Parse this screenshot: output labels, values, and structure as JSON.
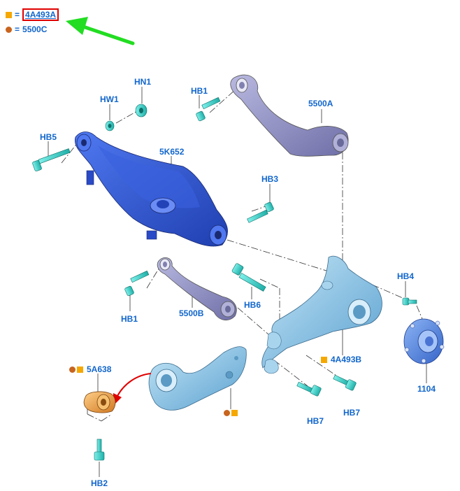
{
  "legend": {
    "square_eq": "=",
    "square_code": "4A493A",
    "dot_eq": "=",
    "dot_code": "5500C"
  },
  "callouts": {
    "hn1": "HN1",
    "hw1": "HW1",
    "hb1_top": "HB1",
    "a5500": "5500A",
    "hb5": "HB5",
    "k5652": "5K652",
    "hb3": "HB3",
    "hb1_mid": "HB1",
    "b5500": "5500B",
    "hb6": "HB6",
    "hb4": "HB4",
    "b4a493": "4A493B",
    "a5a638": "5A638",
    "hb7_left": "HB7",
    "hb7_right": "HB7",
    "p1104": "1104",
    "hb2": "HB2"
  },
  "colors": {
    "callout_text": "#1166cc",
    "legend_square": "#f5a800",
    "legend_dot": "#c8641e",
    "highlight_box": "#e00000",
    "pointer_arrow": "#22dd22",
    "curved_arrow": "#e00000",
    "control_arm": "#3a5fd8",
    "upper_link": "#9090c8",
    "knuckle": "#8fc8e8",
    "bracket": "#7ab0d8",
    "bushing": "#f0a040",
    "hub": "#5f8de0",
    "bolt": "#40d8d0"
  }
}
